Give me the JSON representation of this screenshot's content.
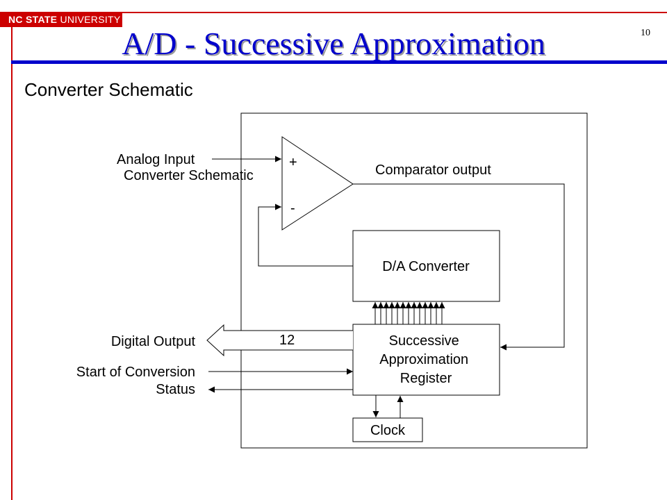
{
  "header": {
    "logo_bold": "NC STATE",
    "logo_rest": " UNIVERSITY",
    "page_number": "10",
    "title": "A/D - Successive Approximation",
    "subtitle": "Converter Schematic"
  },
  "colors": {
    "brand_red": "#cc0000",
    "title_blue": "#0000cc"
  },
  "schematic": {
    "inputs": {
      "analog_input": "Analog Input",
      "analog_input_sub": "Converter Schematic",
      "digital_output": "Digital Output",
      "start_of_conversion": "Start of Conversion",
      "status": "Status"
    },
    "comparator": {
      "plus": "+",
      "minus": "-",
      "output_label": "Comparator output"
    },
    "dac_label": "D/A Converter",
    "sar_lines": [
      "Successive",
      "Approximation",
      "Register"
    ],
    "bus_width": "12",
    "clock_label": "Clock"
  }
}
